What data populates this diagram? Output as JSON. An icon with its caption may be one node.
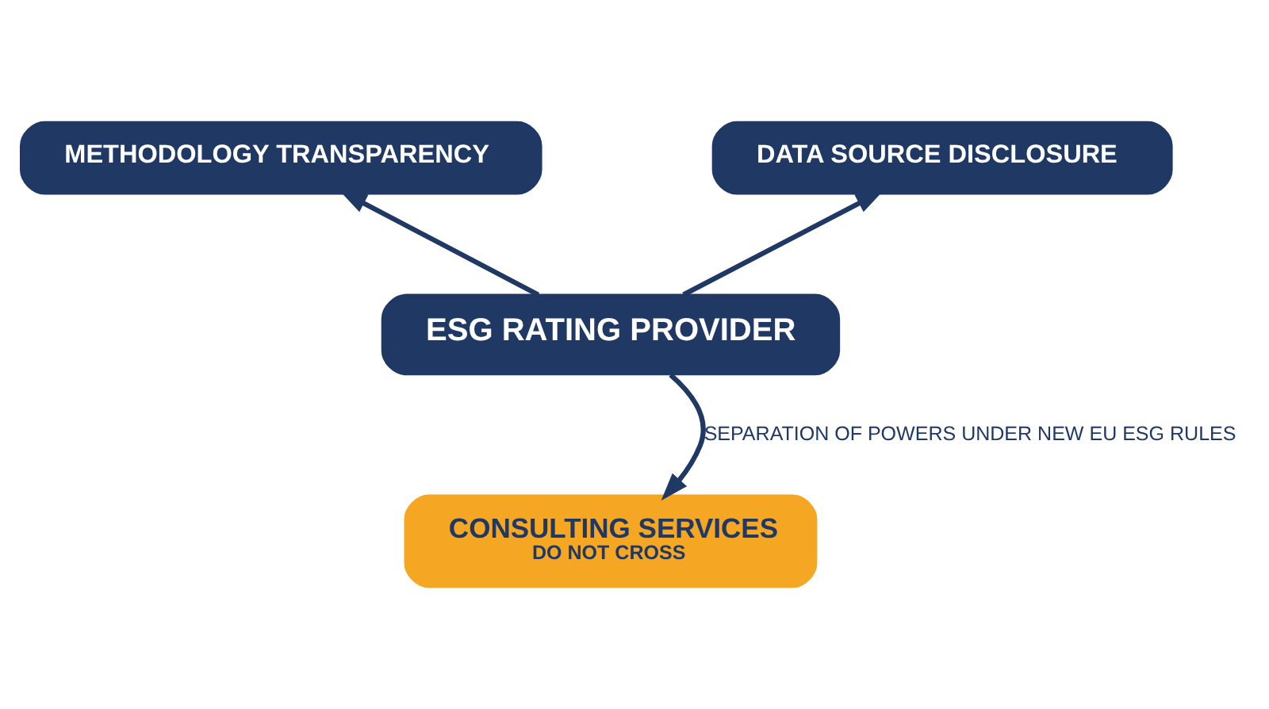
{
  "diagram": {
    "nodes": [
      {
        "text": [
          "ESG RATING PROVIDER"
        ]
      },
      {
        "text": [
          "METHODOLOGY TRANSPARENCY"
        ]
      },
      {
        "text": [
          "DATA SOURCE DISCLOSURE"
        ]
      },
      {
        "text": [
          "CONSULTING SERVICES",
          "DO NOT CROSS"
        ]
      }
    ],
    "edges": [
      {
        "from": 0,
        "to": 1,
        "arrow": "to"
      },
      {
        "from": 0,
        "to": 2,
        "arrow": "to"
      },
      {
        "from": 0,
        "to": 3,
        "arrow": "to",
        "label": "SEPARATION OF POWERS UNDER NEW EU ESG RULES"
      }
    ]
  }
}
